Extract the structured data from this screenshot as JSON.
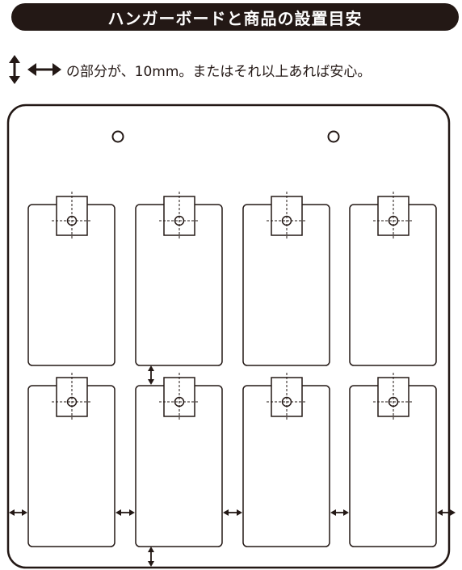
{
  "title": "ハンガーボードと商品の設置目安",
  "note": {
    "icon_names": [
      "vertical-double-arrow-icon",
      "horizontal-double-arrow-icon"
    ],
    "text": "の部分が、10mm。またはそれ以上あれば安心。"
  },
  "board": {
    "hanger_holes": 2,
    "rows": 2,
    "columns": 4,
    "color": "#231815"
  }
}
